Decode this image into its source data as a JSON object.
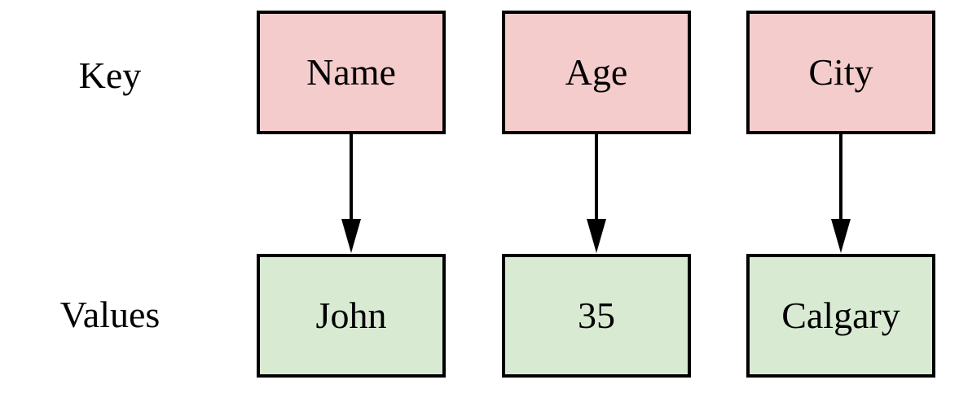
{
  "diagram": {
    "row_labels": {
      "top": "Key",
      "bottom": "Values"
    },
    "columns": [
      {
        "key": "Name",
        "value": "John"
      },
      {
        "key": "Age",
        "value": "35"
      },
      {
        "key": "City",
        "value": "Calgary"
      }
    ],
    "colors": {
      "key_fill": "#f4cccc",
      "value_fill": "#d9ead3",
      "line": "#000000"
    }
  }
}
